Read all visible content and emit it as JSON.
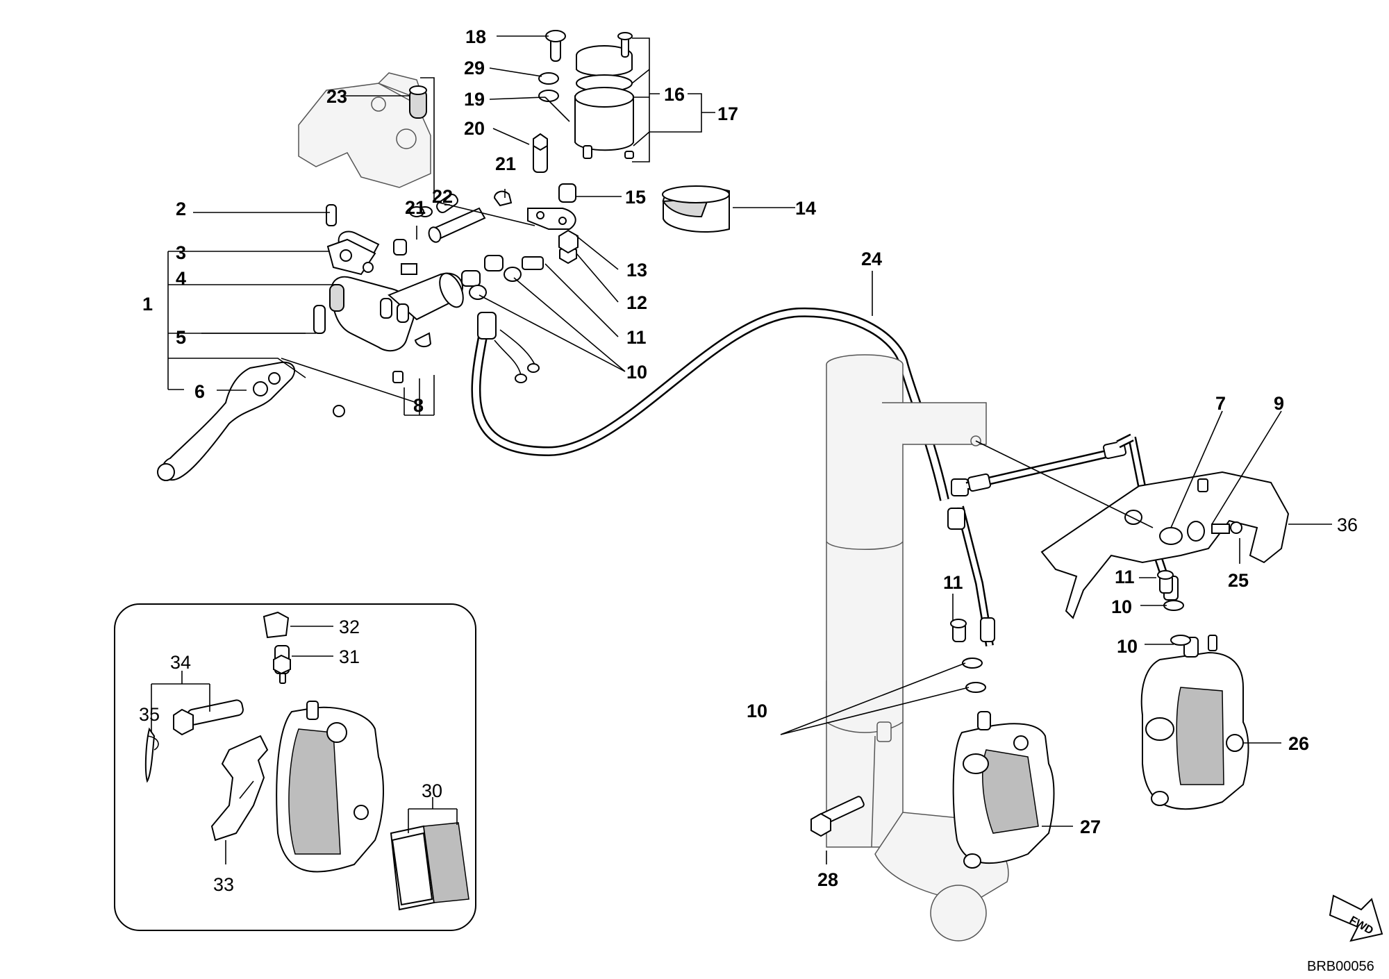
{
  "diagram": {
    "labels": {
      "p1": "1",
      "p2": "2",
      "p3": "3",
      "p4": "4",
      "p5": "5",
      "p6": "6",
      "p7": "7",
      "p8": "8",
      "p9": "9",
      "p10a": "10",
      "p10b": "10",
      "p10c": "10",
      "p10d": "10",
      "p11a": "11",
      "p11b": "11",
      "p11c": "11",
      "p12": "12",
      "p13": "13",
      "p14": "14",
      "p15": "15",
      "p16": "16",
      "p17": "17",
      "p18": "18",
      "p19": "19",
      "p20": "20",
      "p21a": "21",
      "p21b": "21",
      "p22": "22",
      "p23": "23",
      "p24": "24",
      "p25": "25",
      "p26": "26",
      "p27": "27",
      "p28": "28",
      "p29": "29",
      "p30": "30",
      "p31": "31",
      "p32": "32",
      "p33": "33",
      "p34": "34",
      "p35": "35",
      "p36": "36"
    },
    "fwd_label": "FWD",
    "image_code": "BRB00056"
  }
}
